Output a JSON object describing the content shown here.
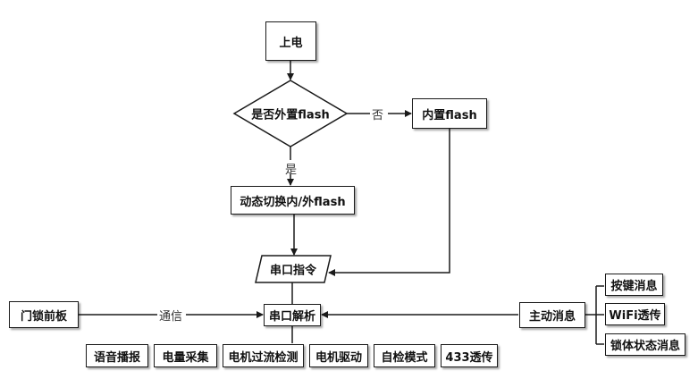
{
  "nodes": {
    "power_on": "上电",
    "external_flash_decision": "是否外置flash",
    "internal_flash": "内置flash",
    "dynamic_switch": "动态切换内/外flash",
    "serial_command": "串口指令",
    "serial_parse": "串口解析",
    "door_lock_panel": "门锁前板",
    "active_message": "主动消息",
    "key_message": "按键消息",
    "wifi_passthrough": "WiFi透传",
    "lock_state_message": "锁体状态消息",
    "voice_broadcast": "语音播报",
    "power_collection": "电量采集",
    "motor_overcurrent": "电机过流检测",
    "motor_drive": "电机驱动",
    "self_test_mode": "自检模式",
    "passthrough_433": "433透传"
  },
  "edge_labels": {
    "no": "否",
    "yes": "是",
    "communication": "通信"
  },
  "colors": {
    "line": "#1a1a1a",
    "node_border": "#1a1a1a",
    "background": "#ffffff"
  }
}
